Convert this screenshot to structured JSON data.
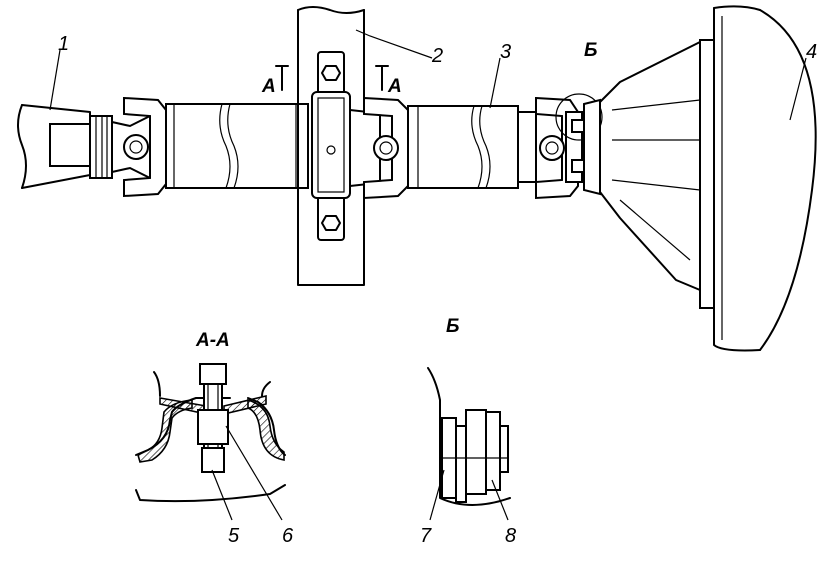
{
  "labels": {
    "part_1": "1",
    "part_2": "2",
    "part_3": "3",
    "part_4": "4",
    "part_5": "5",
    "part_6": "6",
    "part_7": "7",
    "part_8": "8",
    "section_a_left": "А",
    "section_a_right": "А",
    "detail_b_marker": "Б",
    "section_aa_title": "А-А",
    "detail_b_title": "Б"
  }
}
